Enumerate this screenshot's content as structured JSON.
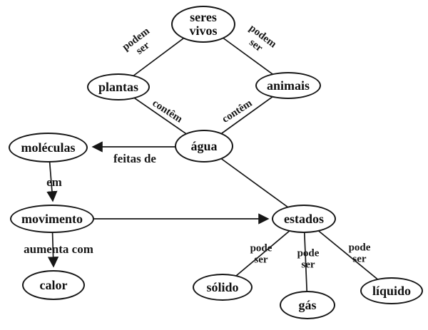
{
  "colors": {
    "ink": "#161616",
    "background": "#ffffff"
  },
  "nodes": [
    {
      "id": "seres-vivos",
      "label": "seres vivos"
    },
    {
      "id": "plantas",
      "label": "plantas"
    },
    {
      "id": "animais",
      "label": "animais"
    },
    {
      "id": "agua",
      "label": "água"
    },
    {
      "id": "moleculas",
      "label": "moléculas"
    },
    {
      "id": "movimento",
      "label": "movimento"
    },
    {
      "id": "calor",
      "label": "calor"
    },
    {
      "id": "estados",
      "label": "estados"
    },
    {
      "id": "solido",
      "label": "sólido"
    },
    {
      "id": "gas",
      "label": "gás"
    },
    {
      "id": "liquido",
      "label": "líquido"
    }
  ],
  "edges": [
    {
      "from": "seres vivos",
      "to": "plantas",
      "label": "podem ser",
      "arrow": false
    },
    {
      "from": "seres vivos",
      "to": "animais",
      "label": "podem ser",
      "arrow": false
    },
    {
      "from": "plantas",
      "to": "água",
      "label": "contêm",
      "arrow": false
    },
    {
      "from": "animais",
      "to": "água",
      "label": "contêm",
      "arrow": false
    },
    {
      "from": "água",
      "to": "moléculas",
      "label": "feitas de",
      "arrow": true
    },
    {
      "from": "moléculas",
      "to": "movimento",
      "label": "em",
      "arrow": true
    },
    {
      "from": "movimento",
      "to": "calor",
      "label": "aumenta com",
      "arrow": true
    },
    {
      "from": "movimento",
      "to": "estados",
      "label": "",
      "arrow": true
    },
    {
      "from": "água",
      "to": "estados",
      "label": "",
      "arrow": false
    },
    {
      "from": "estados",
      "to": "sólido",
      "label": "pode ser",
      "arrow": false
    },
    {
      "from": "estados",
      "to": "gás",
      "label": "pode ser",
      "arrow": false
    },
    {
      "from": "estados",
      "to": "líquido",
      "label": "pode ser",
      "arrow": false
    }
  ]
}
